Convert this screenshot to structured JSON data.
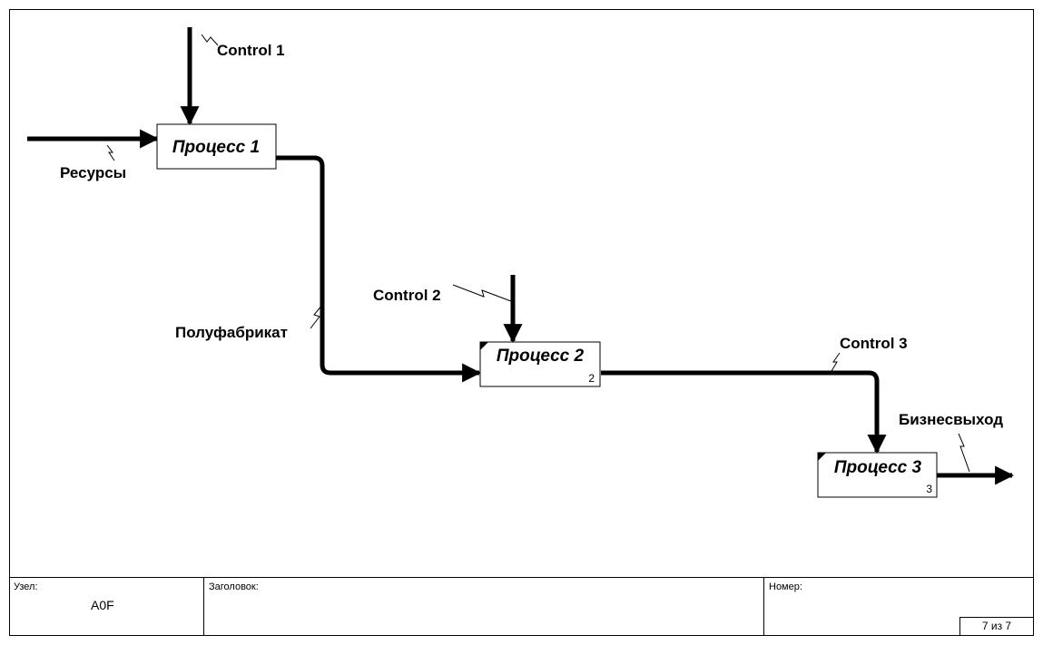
{
  "processes": [
    {
      "label": "Процесс 1",
      "number": ""
    },
    {
      "label": "Процесс 2",
      "number": "2"
    },
    {
      "label": "Процесс 3",
      "number": "3"
    }
  ],
  "arrows": {
    "control1": "Control 1",
    "resources": "Ресурсы",
    "semi": "Полуфабрикат",
    "control2": "Control 2",
    "control3": "Control 3",
    "output": "Бизнесвыход"
  },
  "footer": {
    "node_caption": "Узел:",
    "node_value": "A0F",
    "title_caption": "Заголовок:",
    "number_caption": "Номер:",
    "page": "7 из 7"
  }
}
